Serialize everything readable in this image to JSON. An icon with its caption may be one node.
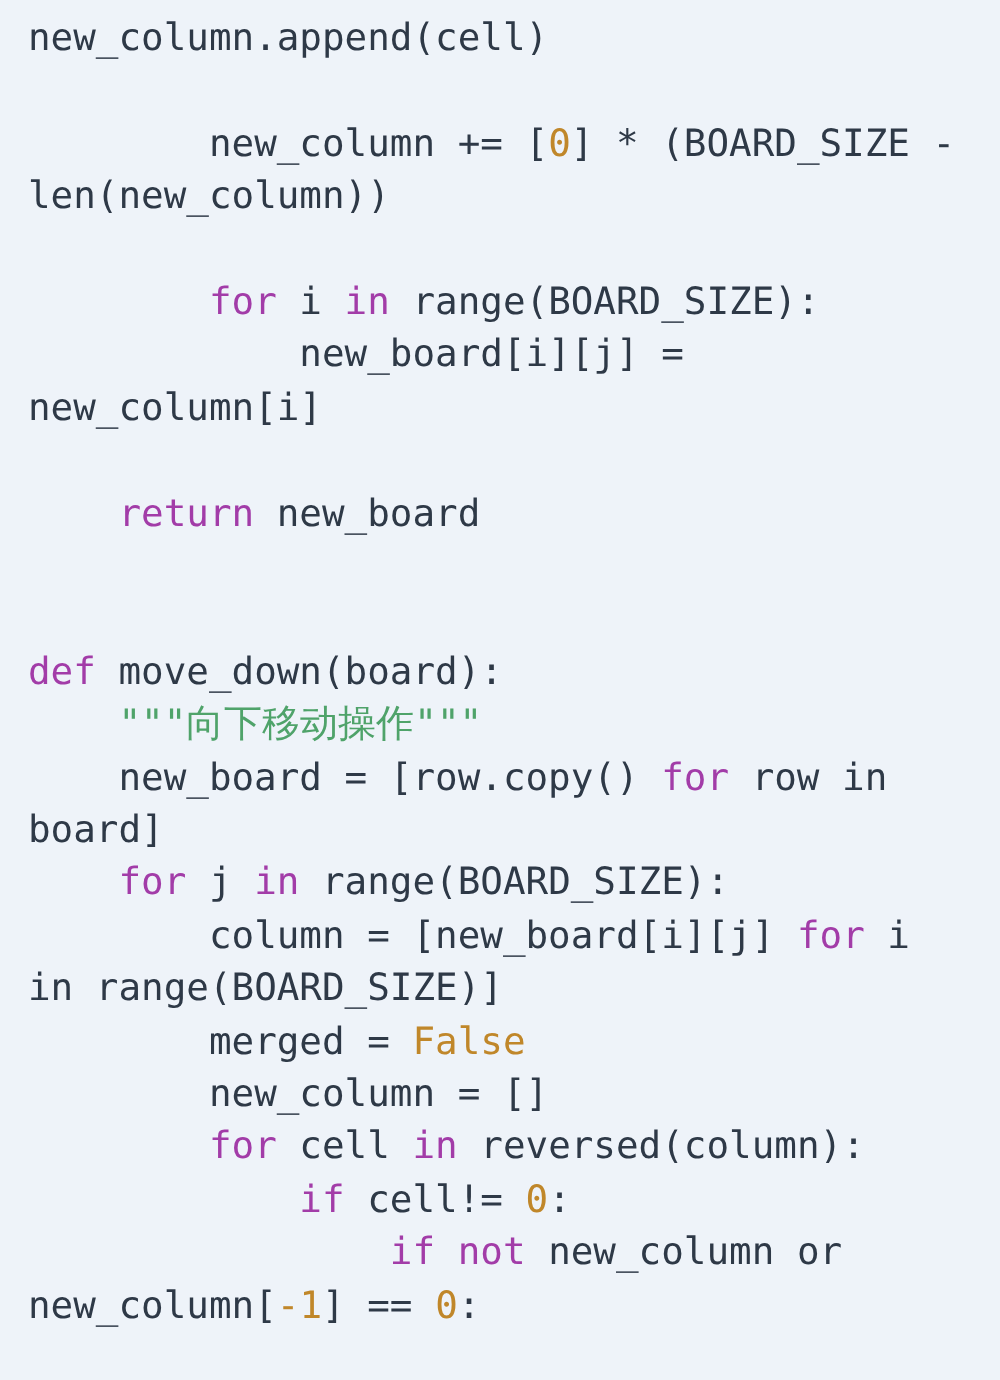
{
  "diagram": {
    "labels": [
      "new_column.append(cell)",
      "new_column += [0] * (BOARD_SIZE - len(new_column))",
      "for i in range(BOARD_SIZE):",
      "new_board[i][j] = new_column[i]",
      "return new_board",
      "def move_down(board):",
      "\"\"\"向下移动操作\"\"\"",
      "new_board = [row.copy() for row in board]",
      "for j in range(BOARD_SIZE):",
      "column = [new_board[i][j] for i in range(BOARD_SIZE)]",
      "merged = False",
      "new_column = []",
      "for cell in reversed(column):",
      "if cell!= 0:",
      "if not new_column or new_column[-1] == 0:"
    ]
  }
}
